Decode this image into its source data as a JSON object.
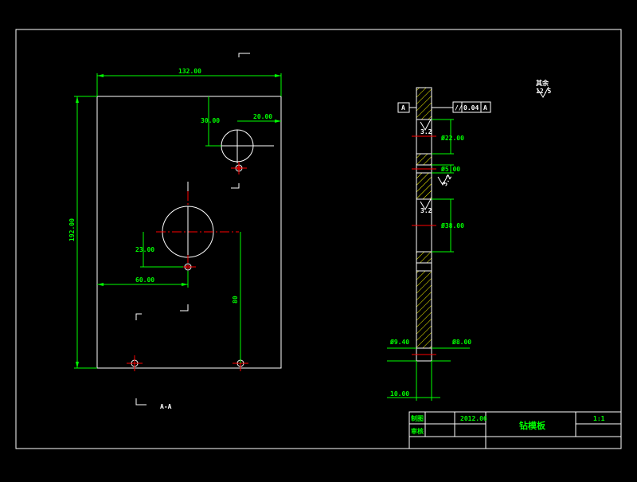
{
  "drawing": {
    "colors": {
      "background": "#000000",
      "outline": "#ffffff",
      "dimension": "#00ff00",
      "center": "#ff0000",
      "hatch": "#ffff00",
      "text": "#ffffff"
    },
    "front_view": {
      "width_dim": "132.00",
      "height_dim": "192.00",
      "dim_upper_vertical": "30.00",
      "dim_upper_horizontal": "20.00",
      "dim_mid_vertical": "23.00",
      "dim_mid_horizontal": "60.00",
      "dim_lower_vertical": "80",
      "section_label": "A-A"
    },
    "side_view": {
      "datum_label": "A",
      "tolerance_value": "0.04",
      "tolerance_datum": "A",
      "roughness_1": "3.2",
      "roughness_2": "3.2",
      "roughness_3": "3.2",
      "dia_upper": "Ø22.00",
      "dia_small": "Ø5.00",
      "dia_lower": "Ø38.00",
      "dim_left": "Ø9.40",
      "dim_right": "Ø8.00",
      "thickness": "10.00",
      "surface_note_1": "其余",
      "surface_note_2": "12.5"
    },
    "title_block": {
      "row1_label": "制图",
      "row2_label": "审核",
      "date": "2012.06",
      "part_name": "钻模板",
      "scale": "1:1"
    }
  }
}
